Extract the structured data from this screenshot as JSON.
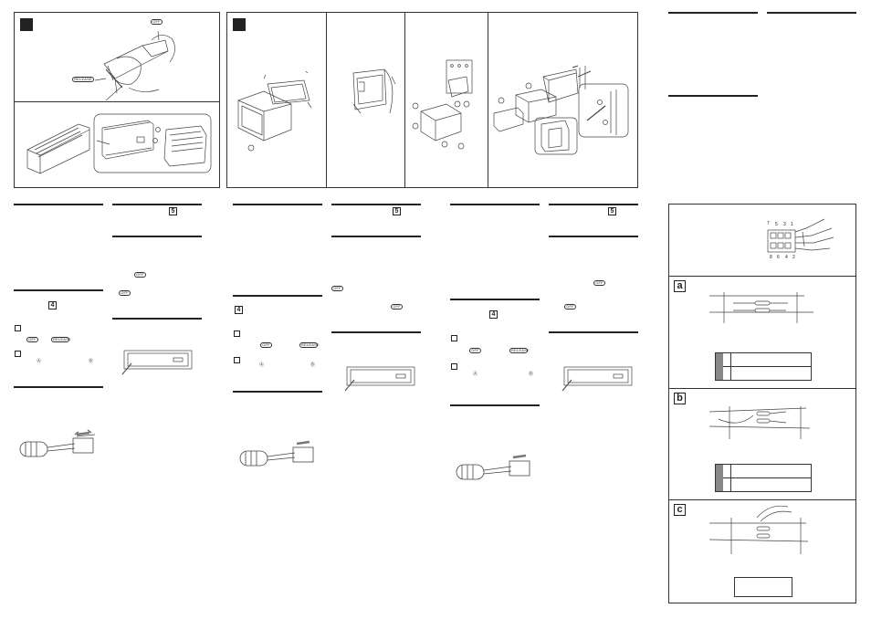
{
  "labels": {
    "off": "OFF",
    "release": "RELEASE",
    "a": "a",
    "b": "b",
    "c": "c",
    "step_4": "4",
    "step_5": "5",
    "pin_top": [
      "7",
      "5",
      "3",
      "1"
    ],
    "pin_bottom": [
      "8",
      "6",
      "4",
      "2"
    ]
  }
}
